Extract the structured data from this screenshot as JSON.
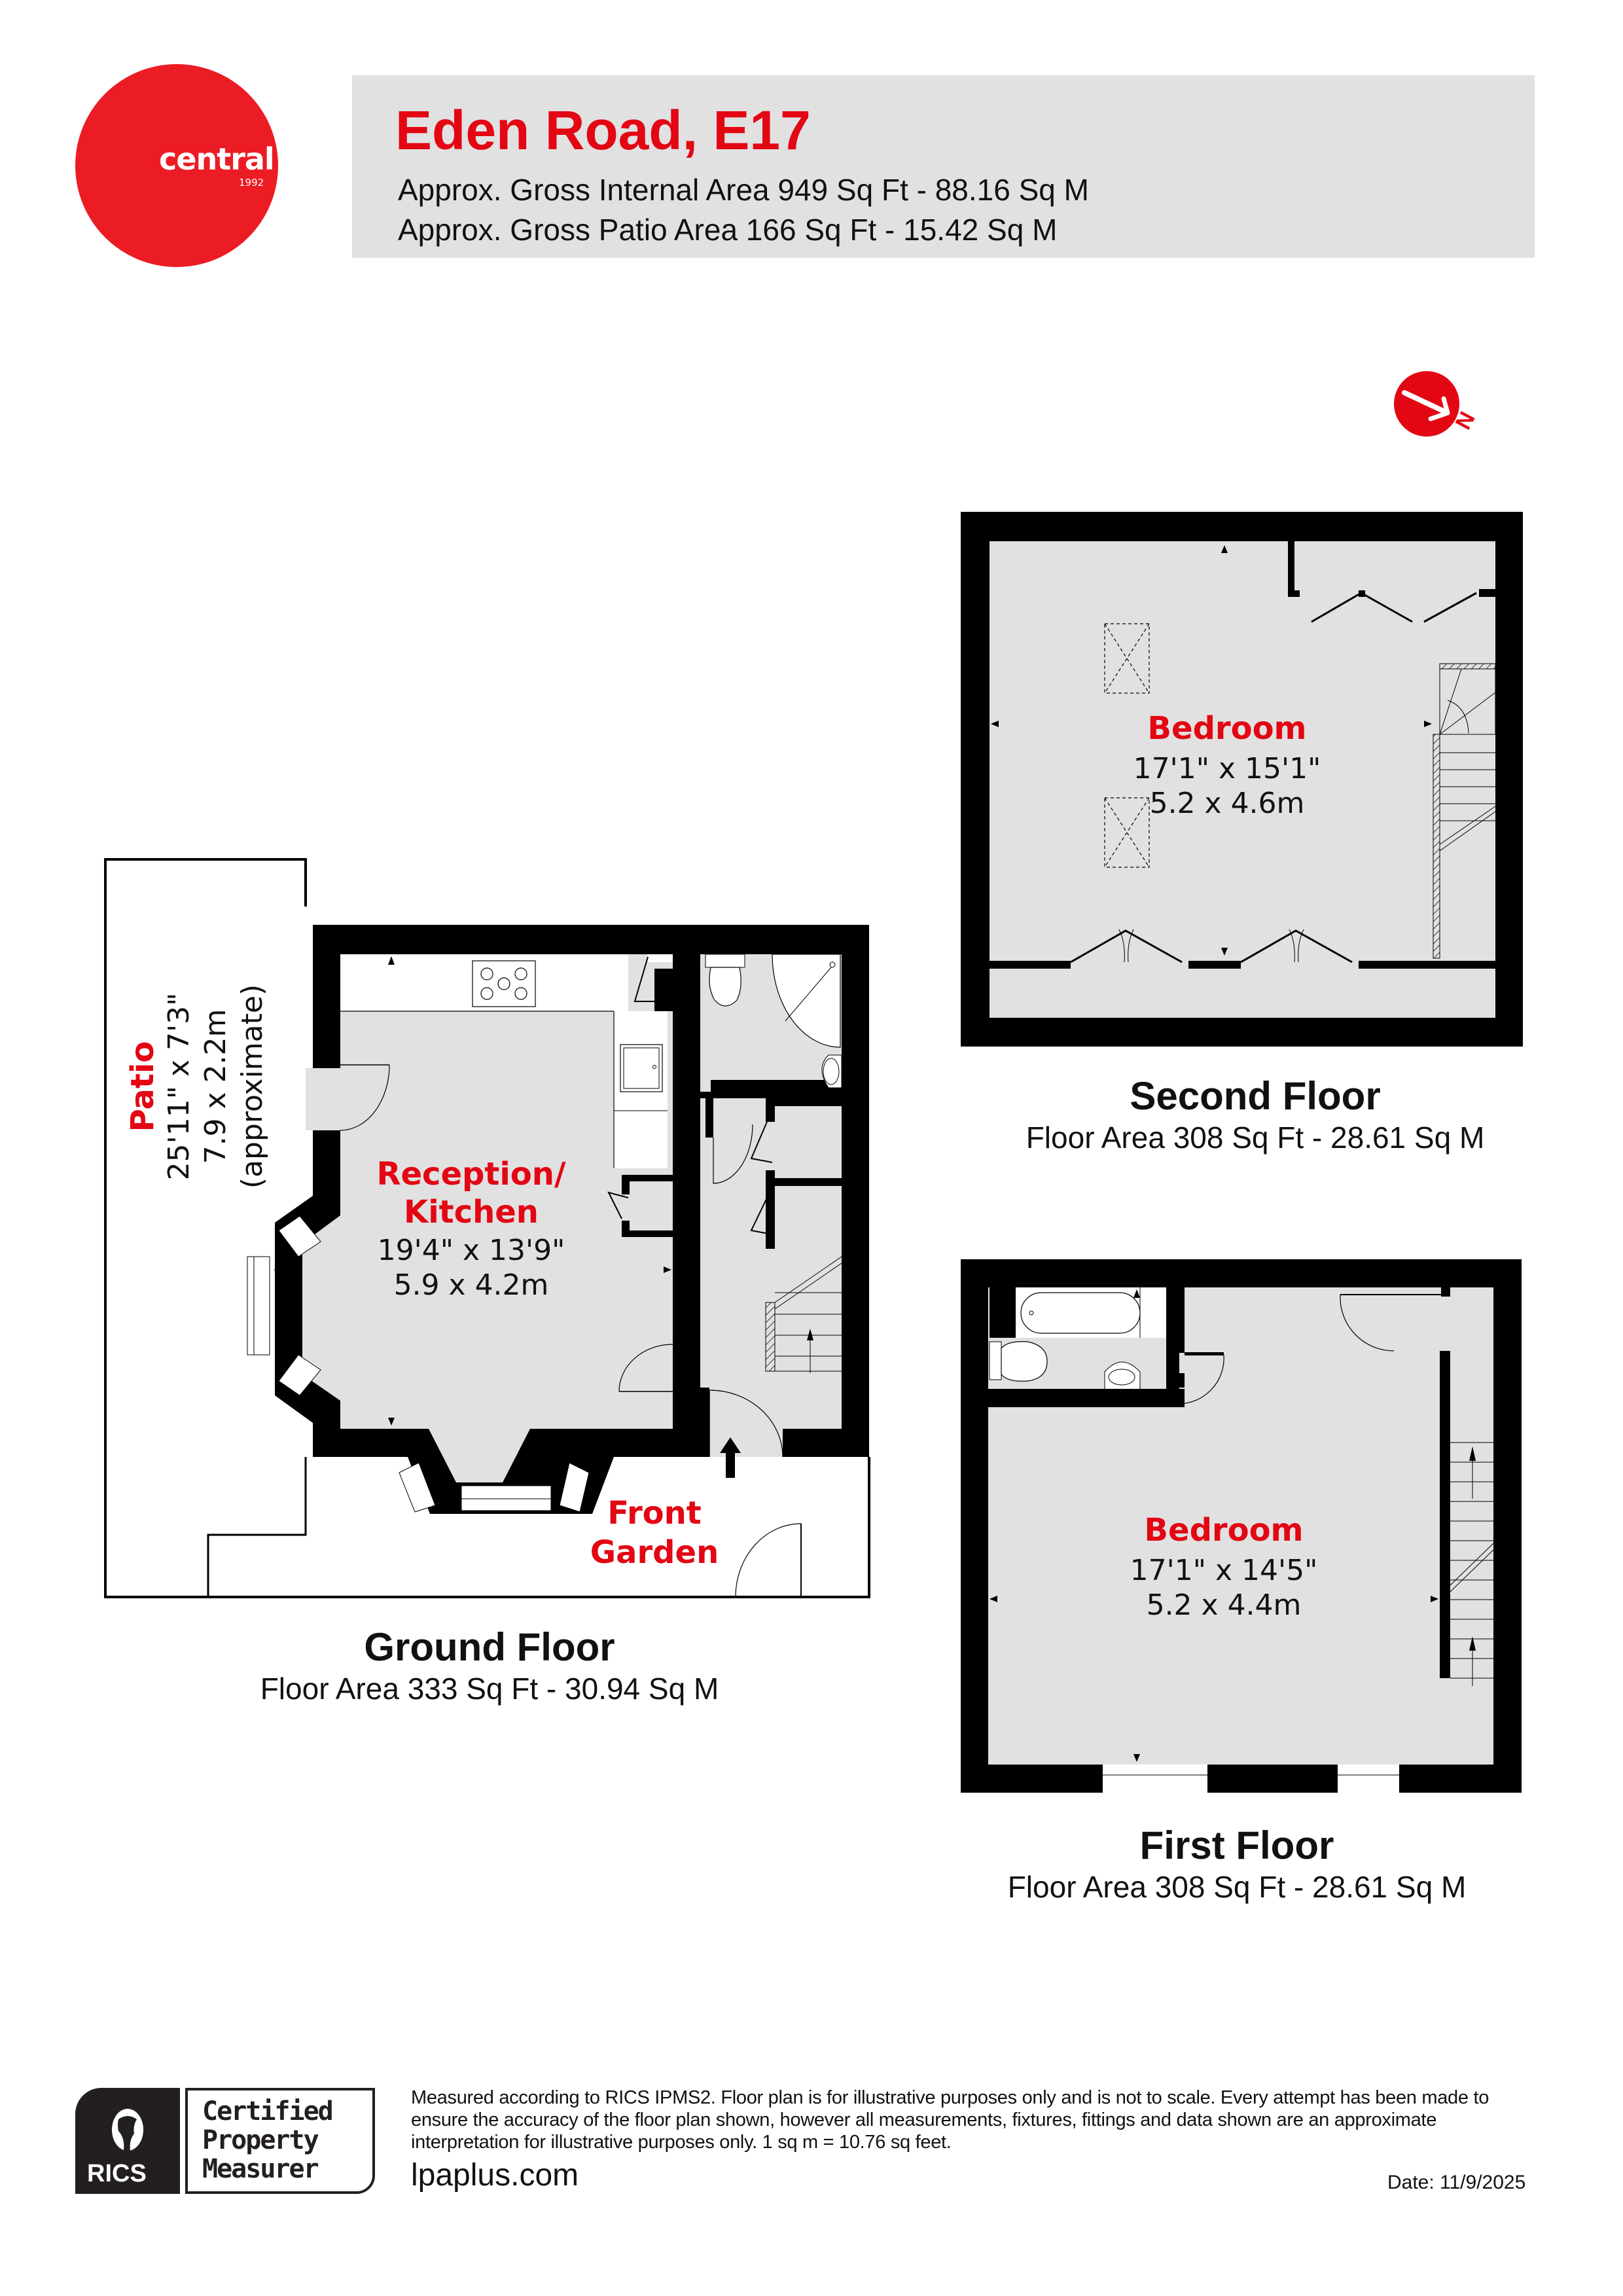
{
  "brand": {
    "logo_word": "central",
    "logo_year": "1992",
    "color": "#ec1c24"
  },
  "header": {
    "title": "Eden Road, E17",
    "gross_internal": "Approx. Gross Internal Area 949 Sq Ft - 88.16 Sq M",
    "gross_patio": "Approx. Gross Patio Area 166 Sq Ft - 15.42 Sq M",
    "title_color": "#e30613",
    "background": "#e1e1e1"
  },
  "compass": {
    "icon": "north-arrow-icon",
    "letter": "N"
  },
  "floors": {
    "second": {
      "title": "Second Floor",
      "area": "Floor Area 308 Sq Ft - 28.61 Sq M",
      "rooms": [
        {
          "name": "Bedroom",
          "imperial": "17'1\" x 15'1\"",
          "metric": "5.2 x 4.6m"
        }
      ]
    },
    "first": {
      "title": "First Floor",
      "area": "Floor Area 308 Sq Ft - 28.61 Sq M",
      "rooms": [
        {
          "name": "Bedroom",
          "imperial": "17'1\" x 14'5\"",
          "metric": "5.2 x 4.4m"
        }
      ]
    },
    "ground": {
      "title": "Ground Floor",
      "area": "Floor Area 333 Sq Ft - 30.94 Sq M",
      "rooms": [
        {
          "name_line1": "Reception/",
          "name_line2": "Kitchen",
          "imperial": "19'4\" x 13'9\"",
          "metric": "5.9 x 4.2m"
        }
      ],
      "patio": {
        "name": "Patio",
        "imperial": "25'11\" x 7'3\"",
        "metric": "7.9 x 2.2m",
        "note": "(approximate)"
      },
      "front_garden": {
        "line1": "Front",
        "line2": "Garden"
      }
    }
  },
  "footer": {
    "badge": {
      "org": "RICS",
      "line1": "Certified",
      "line2": "Property",
      "line3": "Measurer"
    },
    "disclaimer": "Measured according to RICS IPMS2. Floor plan is for illustrative purposes only and is not to scale. Every attempt has been made to ensure the accuracy of the floor plan shown, however all measurements, fixtures, fittings and data shown are an approximate interpretation for illustrative purposes only. 1 sq m = 10.76 sq feet.",
    "website": "lpaplus.com",
    "date": "Date: 11/9/2025"
  },
  "colors": {
    "room_fill": "#e1e1e1",
    "wall": "#000000",
    "label_red": "#e30613"
  }
}
